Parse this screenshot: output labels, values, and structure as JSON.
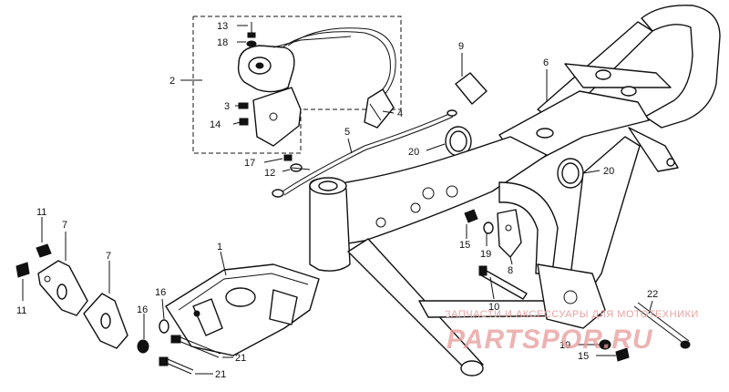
{
  "callouts": {
    "c13": "13",
    "c18": "18",
    "c2": "2",
    "c3": "3",
    "c14": "14",
    "c4": "4",
    "c9": "9",
    "c6": "6",
    "c5": "5",
    "c20a": "20",
    "c20b": "20",
    "c17": "17",
    "c12": "12",
    "c11a": "11",
    "c11b": "11",
    "c7a": "7",
    "c7b": "7",
    "c1": "1",
    "c15a": "15",
    "c19a": "19",
    "c8": "8",
    "c10": "10",
    "c16a": "16",
    "c16b": "16",
    "c21a": "21",
    "c21b": "21",
    "c22": "22",
    "c19b": "19",
    "c15b": "15"
  },
  "watermark": {
    "subtitle": "ЗАПЧАСТИ И АКСЕССУАРЫ ДЛЯ МОТОТЕХНИКИ",
    "brand": "PARTSPOR.RU"
  },
  "colors": {
    "line": "#111111",
    "watermark": "#e89a9a"
  }
}
